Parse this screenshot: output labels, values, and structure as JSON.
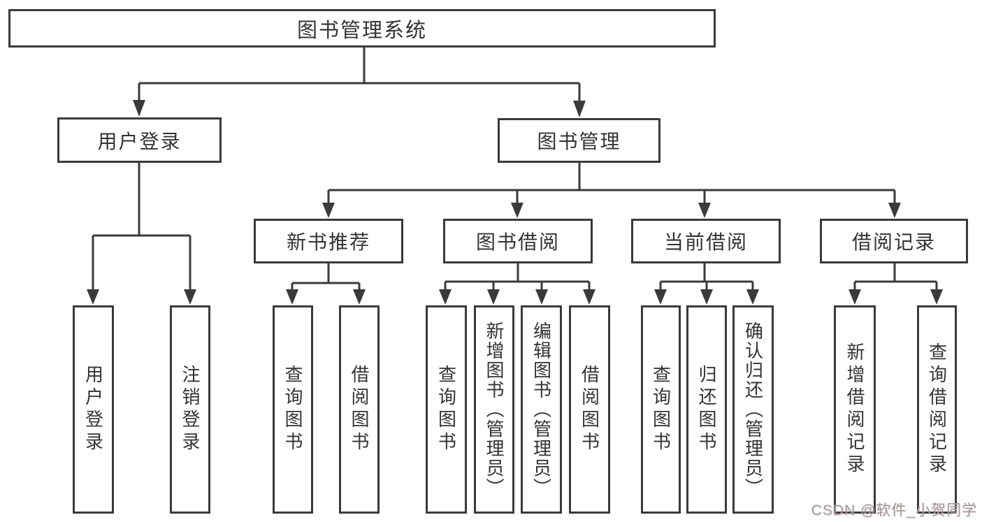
{
  "diagram": {
    "title_node": {
      "label": "图书管理系统"
    },
    "level2": [
      {
        "label": "用户登录"
      },
      {
        "label": "图书管理"
      }
    ],
    "level3": [
      {
        "label": "新书推荐"
      },
      {
        "label": "图书借阅"
      },
      {
        "label": "当前借阅"
      },
      {
        "label": "借阅记录"
      }
    ],
    "leaves": {
      "user_login": [
        {
          "label": "用户登录"
        },
        {
          "label": "注销登录"
        }
      ],
      "new_book_recommend": [
        {
          "label": "查询图书"
        },
        {
          "label": "借阅图书"
        }
      ],
      "book_borrow": [
        {
          "label": "查询图书"
        },
        {
          "label": "新增图书（管理员）"
        },
        {
          "label": "编辑图书（管理员）"
        },
        {
          "label": "借阅图书"
        }
      ],
      "current_borrow": [
        {
          "label": "查询图书"
        },
        {
          "label": "归还图书"
        },
        {
          "label": "确认归还（管理员）"
        }
      ],
      "borrow_record": [
        {
          "label": "新增借阅记录"
        },
        {
          "label": "查询借阅记录"
        }
      ]
    },
    "watermark": "CSDN @软件_小贺同学",
    "colors": {
      "line": "#3a3a3a",
      "text": "#333333",
      "watermark": "#9b9b9b",
      "background": "#ffffff"
    }
  }
}
